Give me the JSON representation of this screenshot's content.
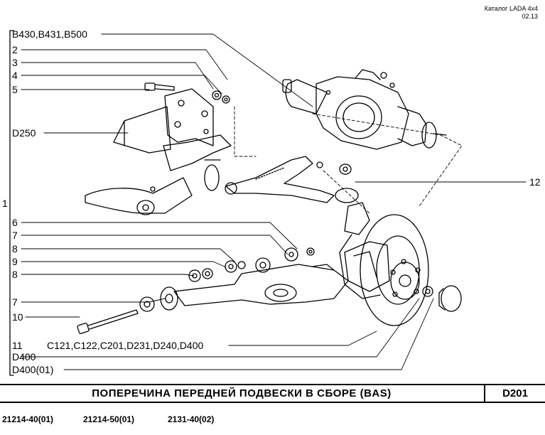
{
  "header": {
    "catalog": "Каталог LADA 4x4",
    "page_ref": "02.13"
  },
  "diagram": {
    "group_number": "1",
    "callouts": [
      {
        "id": "c-b430",
        "text": "B430,B431,B500"
      },
      {
        "id": "c-2",
        "text": "2"
      },
      {
        "id": "c-3",
        "text": "3"
      },
      {
        "id": "c-4",
        "text": "4"
      },
      {
        "id": "c-5",
        "text": "5"
      },
      {
        "id": "c-d250",
        "text": "D250"
      },
      {
        "id": "c-6",
        "text": "6"
      },
      {
        "id": "c-7a",
        "text": "7"
      },
      {
        "id": "c-8a",
        "text": "8"
      },
      {
        "id": "c-9",
        "text": "9"
      },
      {
        "id": "c-8b",
        "text": "8"
      },
      {
        "id": "c-7b",
        "text": "7"
      },
      {
        "id": "c-10",
        "text": "10"
      },
      {
        "id": "c-11",
        "text": "11"
      },
      {
        "id": "c-11b",
        "text": "C121,C122,C201,D231,D240,D400"
      },
      {
        "id": "c-d400",
        "text": "D400"
      },
      {
        "id": "c-d40001",
        "text": "D400(01)"
      },
      {
        "id": "c-12",
        "text": "12"
      }
    ]
  },
  "title": {
    "text": "ПОПЕРЕЧИНА ПЕРЕДНЕЙ ПОДВЕСКИ В СБОРЕ (BAS)",
    "code": "D201"
  },
  "models": [
    "21214-40(01)",
    "21214-50(01)",
    "2131-40(02)"
  ]
}
